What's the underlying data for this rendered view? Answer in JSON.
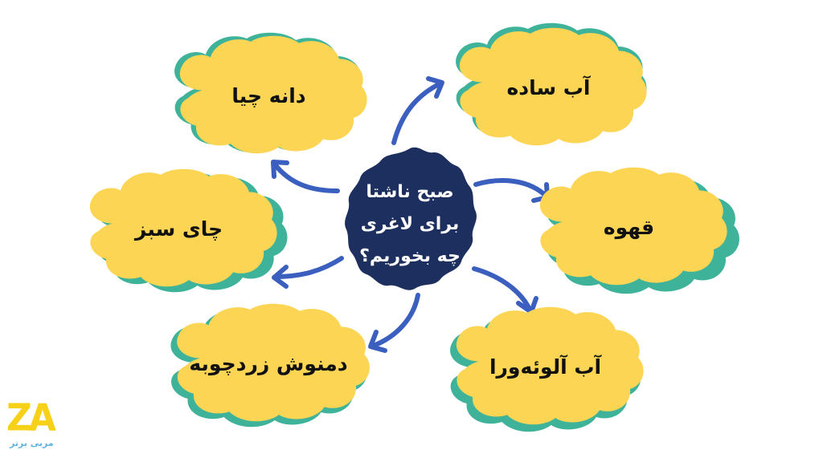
{
  "diagram": {
    "type": "mind-map",
    "center": {
      "lines": [
        "صبح ناشتا",
        "برای لاغری",
        "چه بخوریم؟"
      ],
      "color": "#1d2f5e"
    },
    "nodes": [
      {
        "id": "chia",
        "label": "دانه چیا",
        "position": "top-left"
      },
      {
        "id": "water",
        "label": "آب ساده",
        "position": "top-right"
      },
      {
        "id": "green-tea",
        "label": "چای سبز",
        "position": "middle-left"
      },
      {
        "id": "coffee",
        "label": "قهوه",
        "position": "middle-right"
      },
      {
        "id": "turmeric",
        "label": "دمنوش زردچوبه",
        "position": "bottom-left"
      },
      {
        "id": "aloe-vera",
        "label": "آب آلوئه‌ورا",
        "position": "bottom-right"
      }
    ],
    "colors": {
      "cloud_fill": "#fcd554",
      "cloud_shadow": "#3fb39a",
      "arrow": "#3a5fbf",
      "text": "#111111",
      "background": "#ffffff"
    }
  },
  "logo": {
    "mark": "ZA",
    "subtitle": "مربی برتر",
    "color": "#f7d117",
    "subtitle_color": "#5fb4e0"
  }
}
